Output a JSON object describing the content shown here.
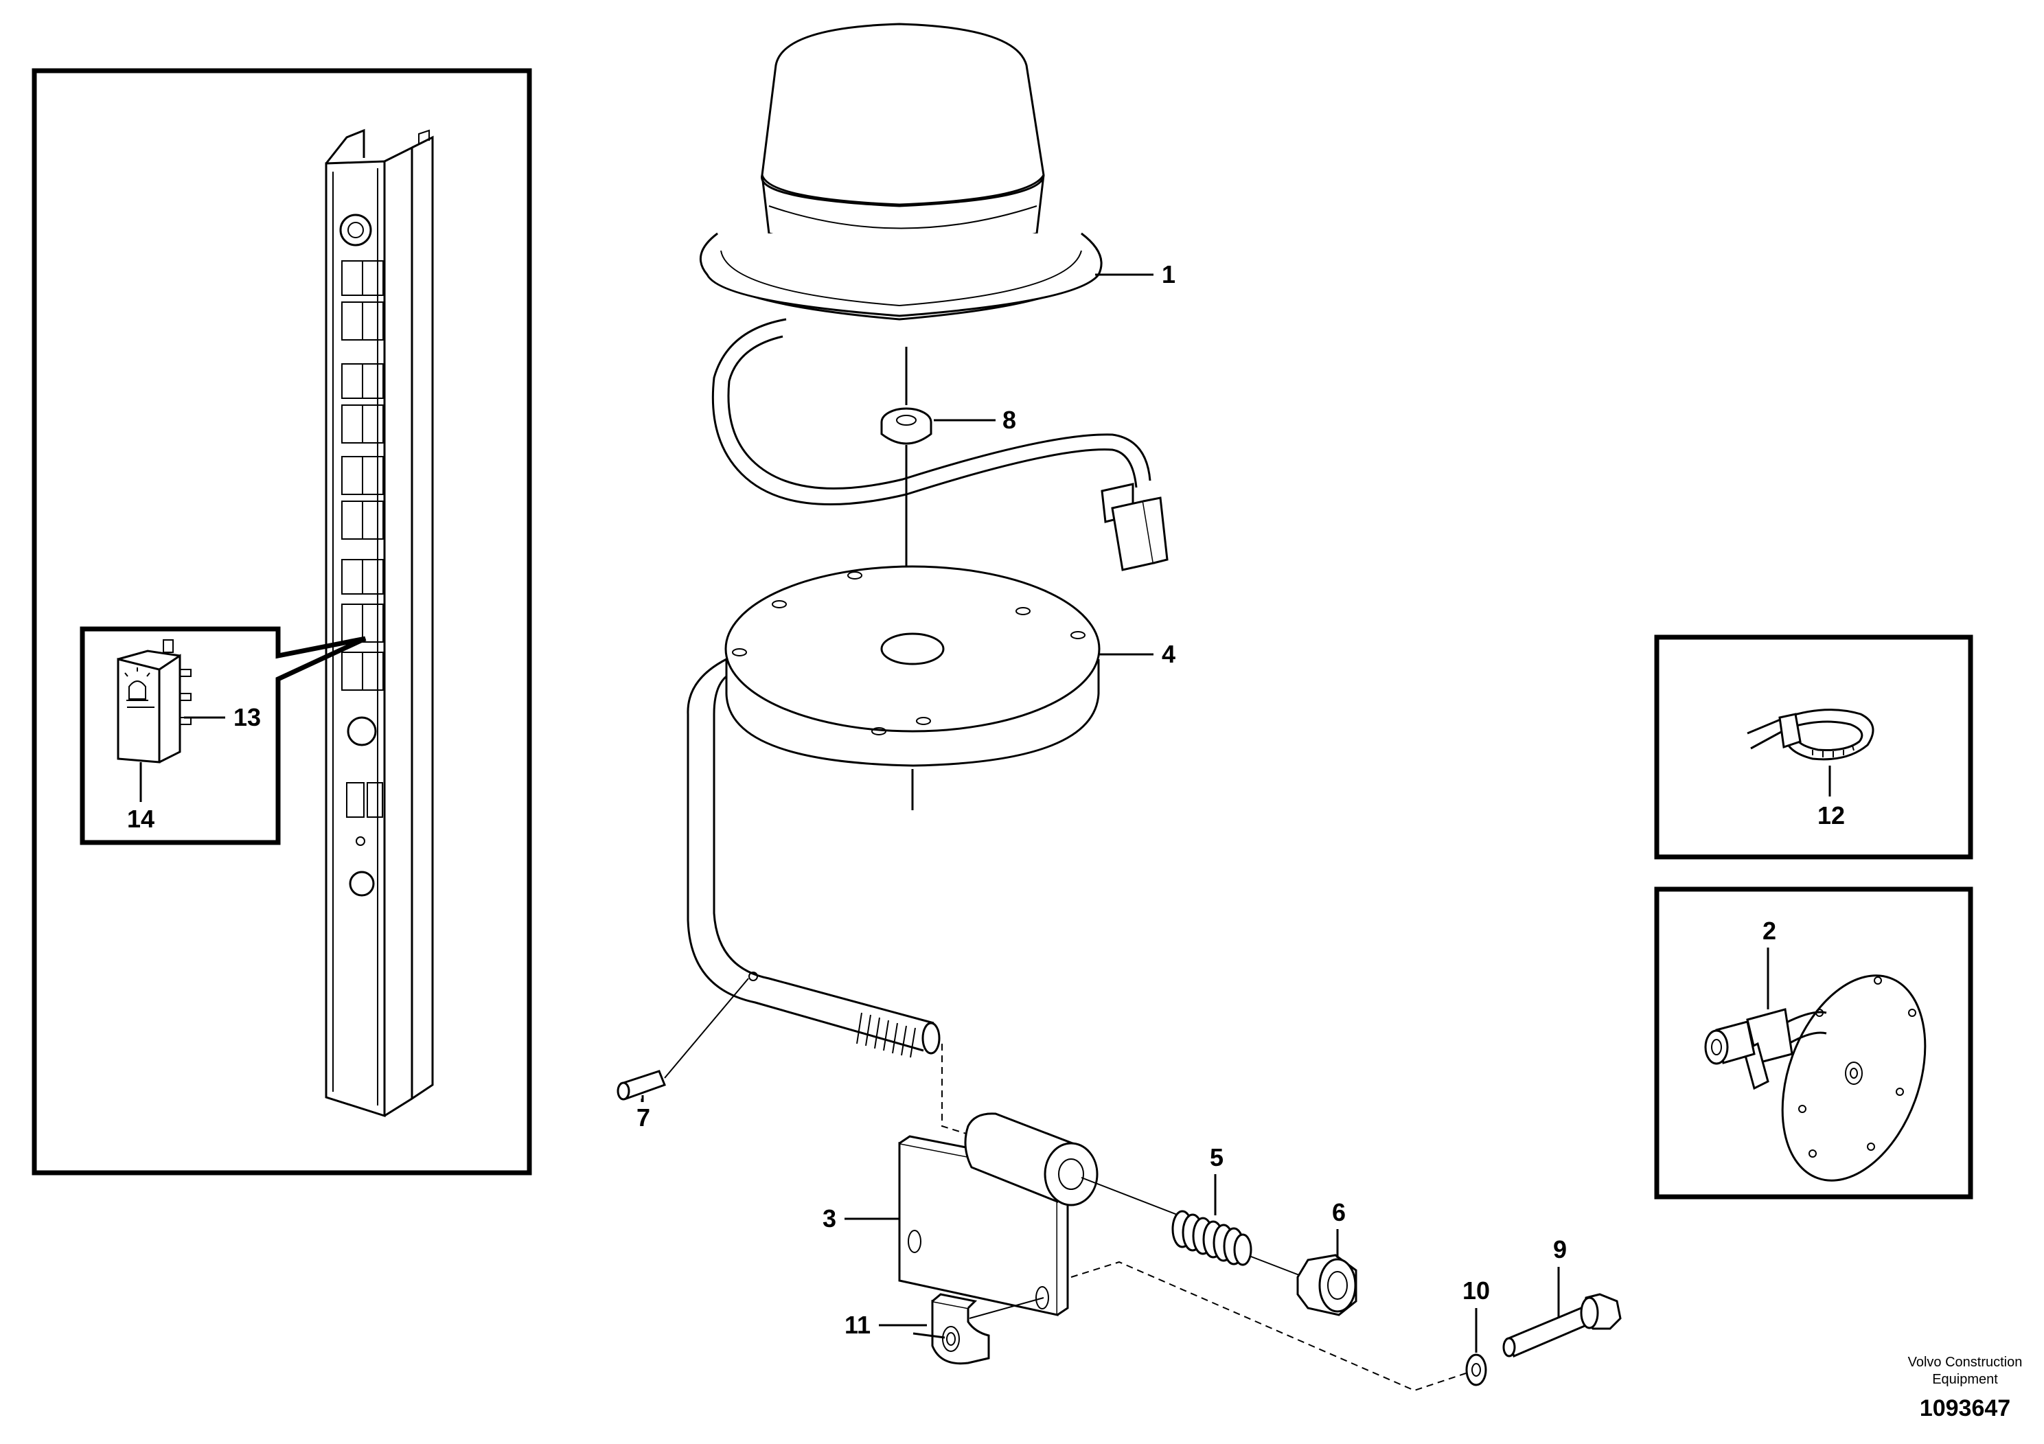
{
  "callouts": {
    "p1": "1",
    "p2": "2",
    "p3": "3",
    "p4": "4",
    "p5": "5",
    "p6": "6",
    "p7": "7",
    "p8": "8",
    "p9": "9",
    "p10": "10",
    "p11": "11",
    "p12": "12",
    "p13": "13",
    "p14": "14"
  },
  "credit": {
    "line1": "Volvo Construction",
    "line2": "Equipment"
  },
  "document_number": "1093647"
}
